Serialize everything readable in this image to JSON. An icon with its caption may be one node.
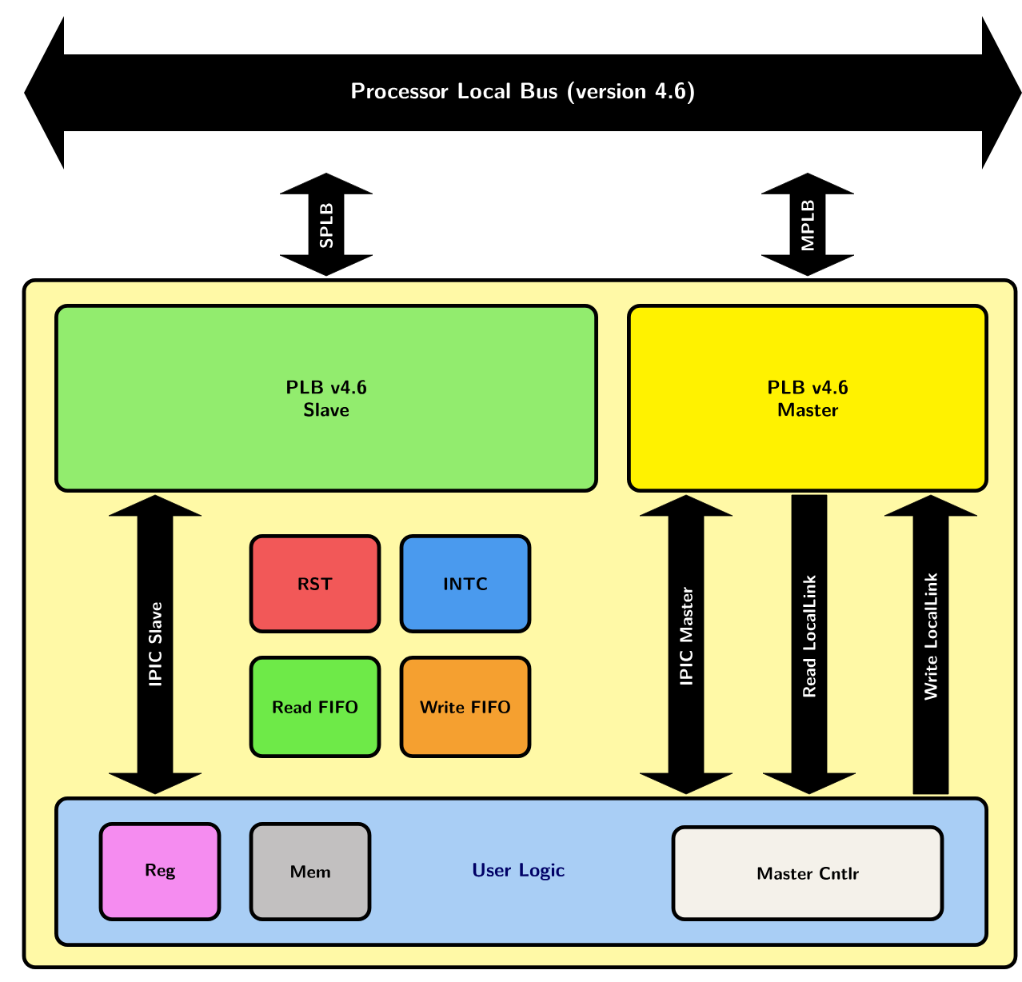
{
  "diagram": {
    "nodes": [
      {
        "text": [
          "Processor Local Bus (version 4.6)"
        ]
      },
      {
        "text": [],
        "shape": "box"
      },
      {
        "text": [
          "PLB v4.6 Slave"
        ],
        "in": 1
      },
      {
        "text": [
          "PLB v4.6 Master"
        ],
        "in": 1
      },
      {
        "text": [
          "RST"
        ],
        "in": 1
      },
      {
        "text": [
          "INTC"
        ],
        "in": 1
      },
      {
        "text": [
          "Read FIFO"
        ],
        "in": 1
      },
      {
        "text": [
          "Write FIFO"
        ],
        "in": 1
      },
      {
        "text": [
          "User Logic"
        ],
        "in": 1
      },
      {
        "text": [
          "Reg"
        ],
        "in": 8
      },
      {
        "text": [
          "Mem"
        ],
        "in": 8
      },
      {
        "text": [
          "Master Cntlr"
        ],
        "in": 8
      }
    ],
    "edges": [
      {
        "from": 0,
        "to": 1,
        "arrow": "both",
        "label": "SPLB"
      },
      {
        "from": 0,
        "to": 1,
        "arrow": "both",
        "label": "MPLB"
      },
      {
        "from": 2,
        "to": 8,
        "arrow": "both",
        "label": "IPIC Slave"
      },
      {
        "from": 3,
        "to": 8,
        "arrow": "both",
        "label": "IPIC Master"
      },
      {
        "from": 3,
        "to": 8,
        "arrow": "to",
        "label": "Read LocalLink"
      },
      {
        "from": 8,
        "to": 3,
        "arrow": "to",
        "label": "Write LocalLink"
      }
    ]
  }
}
